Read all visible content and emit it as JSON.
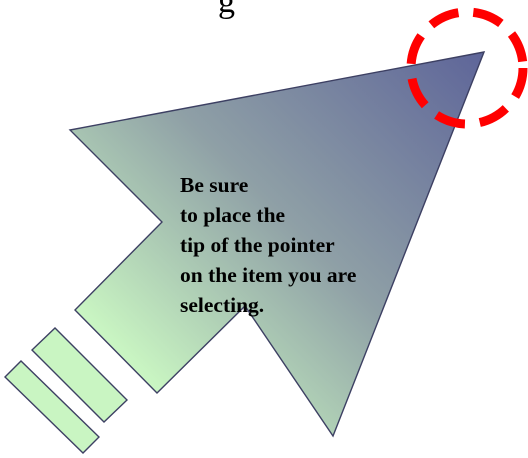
{
  "partial_heading": "g",
  "tip": {
    "lines": [
      "Be sure",
      "to place the",
      "tip of the pointer",
      "on the item you are",
      "selecting."
    ]
  },
  "colors": {
    "arrow_gradient_light": "#c9f5c2",
    "arrow_gradient_mid": "#8fa0a6",
    "arrow_gradient_dark": "#5e6599",
    "arrow_outline": "#3d4063",
    "tail_fill": "#c9f5c2",
    "highlight_circle": "#ff0000"
  },
  "icons": {
    "pointer": "arrow-pointer-icon",
    "target": "dashed-circle-icon"
  }
}
